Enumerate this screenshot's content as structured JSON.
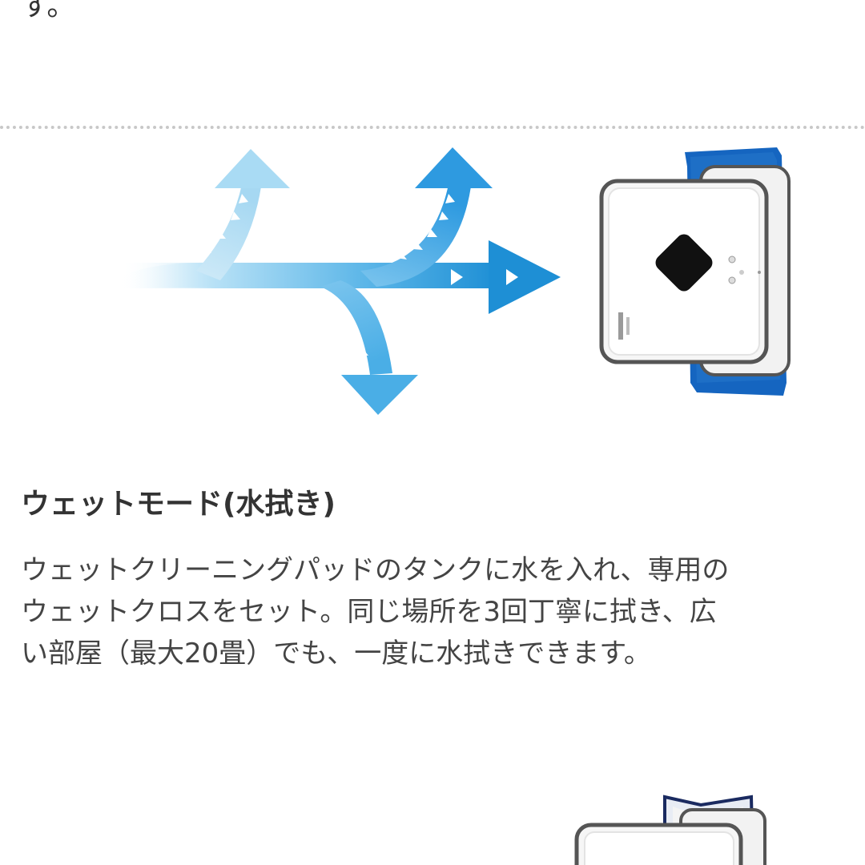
{
  "top_text": "す。",
  "section": {
    "heading": "ウェットモード(水拭き)",
    "body_lines": [
      "ウェットクリーニングパッドのタンクに水を入れ、専用の",
      "ウェットクロスをセット。同じ場所を3回丁寧に拭き、広",
      "い部屋（最大20畳）でも、一度に水拭きできます。"
    ]
  },
  "colors": {
    "arrow_blue": "#1e8fd5",
    "pad_blue": "#1565c0",
    "robot_body": "#f4f4f4",
    "divider": "#c8c8c8",
    "text": "#333333"
  },
  "icons": {
    "arrows": "three-way-path-arrows",
    "robot": "mopping-robot-with-pad"
  }
}
